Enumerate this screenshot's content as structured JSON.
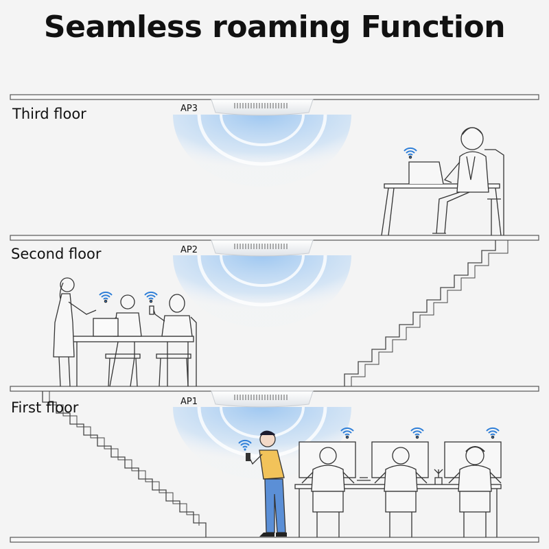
{
  "title": "Seamless roaming Function",
  "floors": {
    "third": "Third floor",
    "second": "Second floor",
    "first": "First floor"
  },
  "access_points": {
    "ap3": "AP3",
    "ap2": "AP2",
    "ap1": "AP1"
  },
  "colors": {
    "background": "#f4f4f4",
    "line": "#555555",
    "wifi": "#2f7fd8",
    "coverage": "#a9cdf2",
    "person_shirt": "#f2c35a",
    "person_pants": "#5b8fd6"
  }
}
